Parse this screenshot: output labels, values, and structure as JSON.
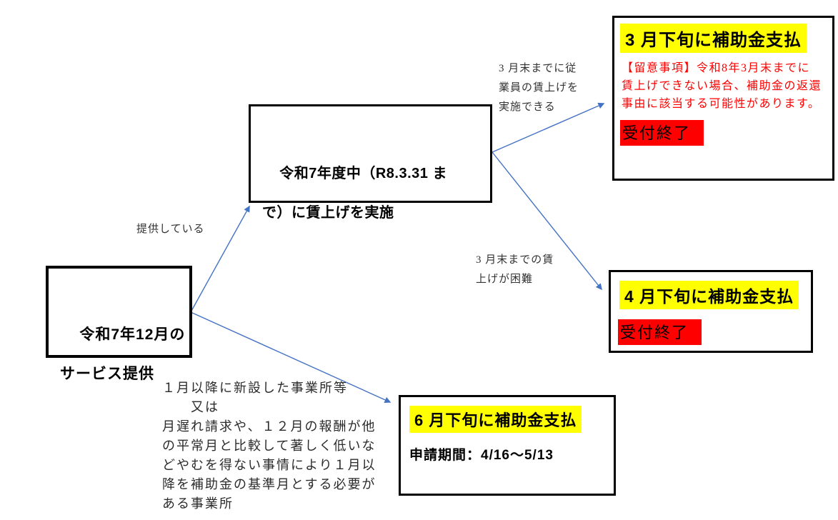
{
  "boxes": {
    "service": {
      "lines": [
        "令和7年12月の",
        "サービス提供"
      ]
    },
    "wage_raise": {
      "lines": [
        "令和7年度中（R8.3.31 ま",
        "で）に賃上げを実施"
      ]
    },
    "march": {
      "title": "3 月下旬に補助金支払",
      "note_lines": [
        "【留意事項】令和8年3月末までに",
        "賃上げできない場合、補助金の返還",
        "事由に該当する可能性があります。"
      ],
      "status": "受付終了"
    },
    "april": {
      "title": "4 月下旬に補助金支払",
      "status": "受付終了"
    },
    "june": {
      "title": "6 月下旬に補助金支払",
      "period": "申請期間：4/16～5/13"
    }
  },
  "edge_labels": {
    "providing": "提供している",
    "can_raise_lines": [
      "3 月末までに従",
      "業員の賃上げを",
      "実施できる"
    ],
    "difficult_lines": [
      "3 月末までの賃",
      "上げが困難"
    ],
    "exception_lines": [
      "１月以降に新設した事業所等",
      "　　又は",
      "月遅れ請求や、１２月の報酬が他",
      "の平常月と比較して著しく低いな",
      "どやむを得ない事情により１月以",
      "降を補助金の基準月とする必要が",
      "ある事業所"
    ]
  },
  "colors": {
    "highlight_yellow": "#FFFF00",
    "highlight_red": "#FF0000",
    "note_red": "#FF0000",
    "arrow_blue": "#4472C4",
    "border_black": "#000000"
  }
}
